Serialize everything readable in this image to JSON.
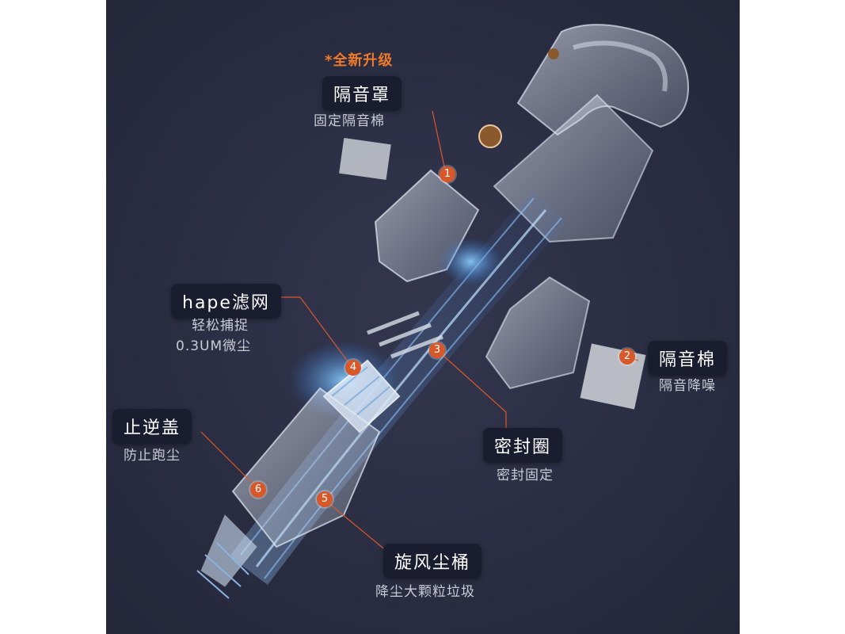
{
  "upgrade_tag": "*全新升级",
  "callouts": [
    {
      "number": "1",
      "title": "隔音罩",
      "desc": "固定隔音棉"
    },
    {
      "number": "2",
      "title": "隔音棉",
      "desc": "隔音降噪"
    },
    {
      "number": "3",
      "title": "密封圈",
      "desc": "密封固定"
    },
    {
      "number": "4",
      "title": "hape滤网",
      "desc_lines": [
        "轻松捕捉",
        "0.3UM微尘"
      ]
    },
    {
      "number": "5",
      "title": "旋风尘桶",
      "desc": "降尘大颗粒垃圾"
    },
    {
      "number": "6",
      "title": "止逆盖",
      "desc": "防止跑尘"
    }
  ],
  "colors": {
    "background": "#2a2d42",
    "accent": "#f07a2a",
    "badge": "#d9582a",
    "pill": "#1a1c30",
    "airflow": "#5aa6ff"
  },
  "image": {
    "subject": "handheld-vacuum-exploded-view"
  }
}
